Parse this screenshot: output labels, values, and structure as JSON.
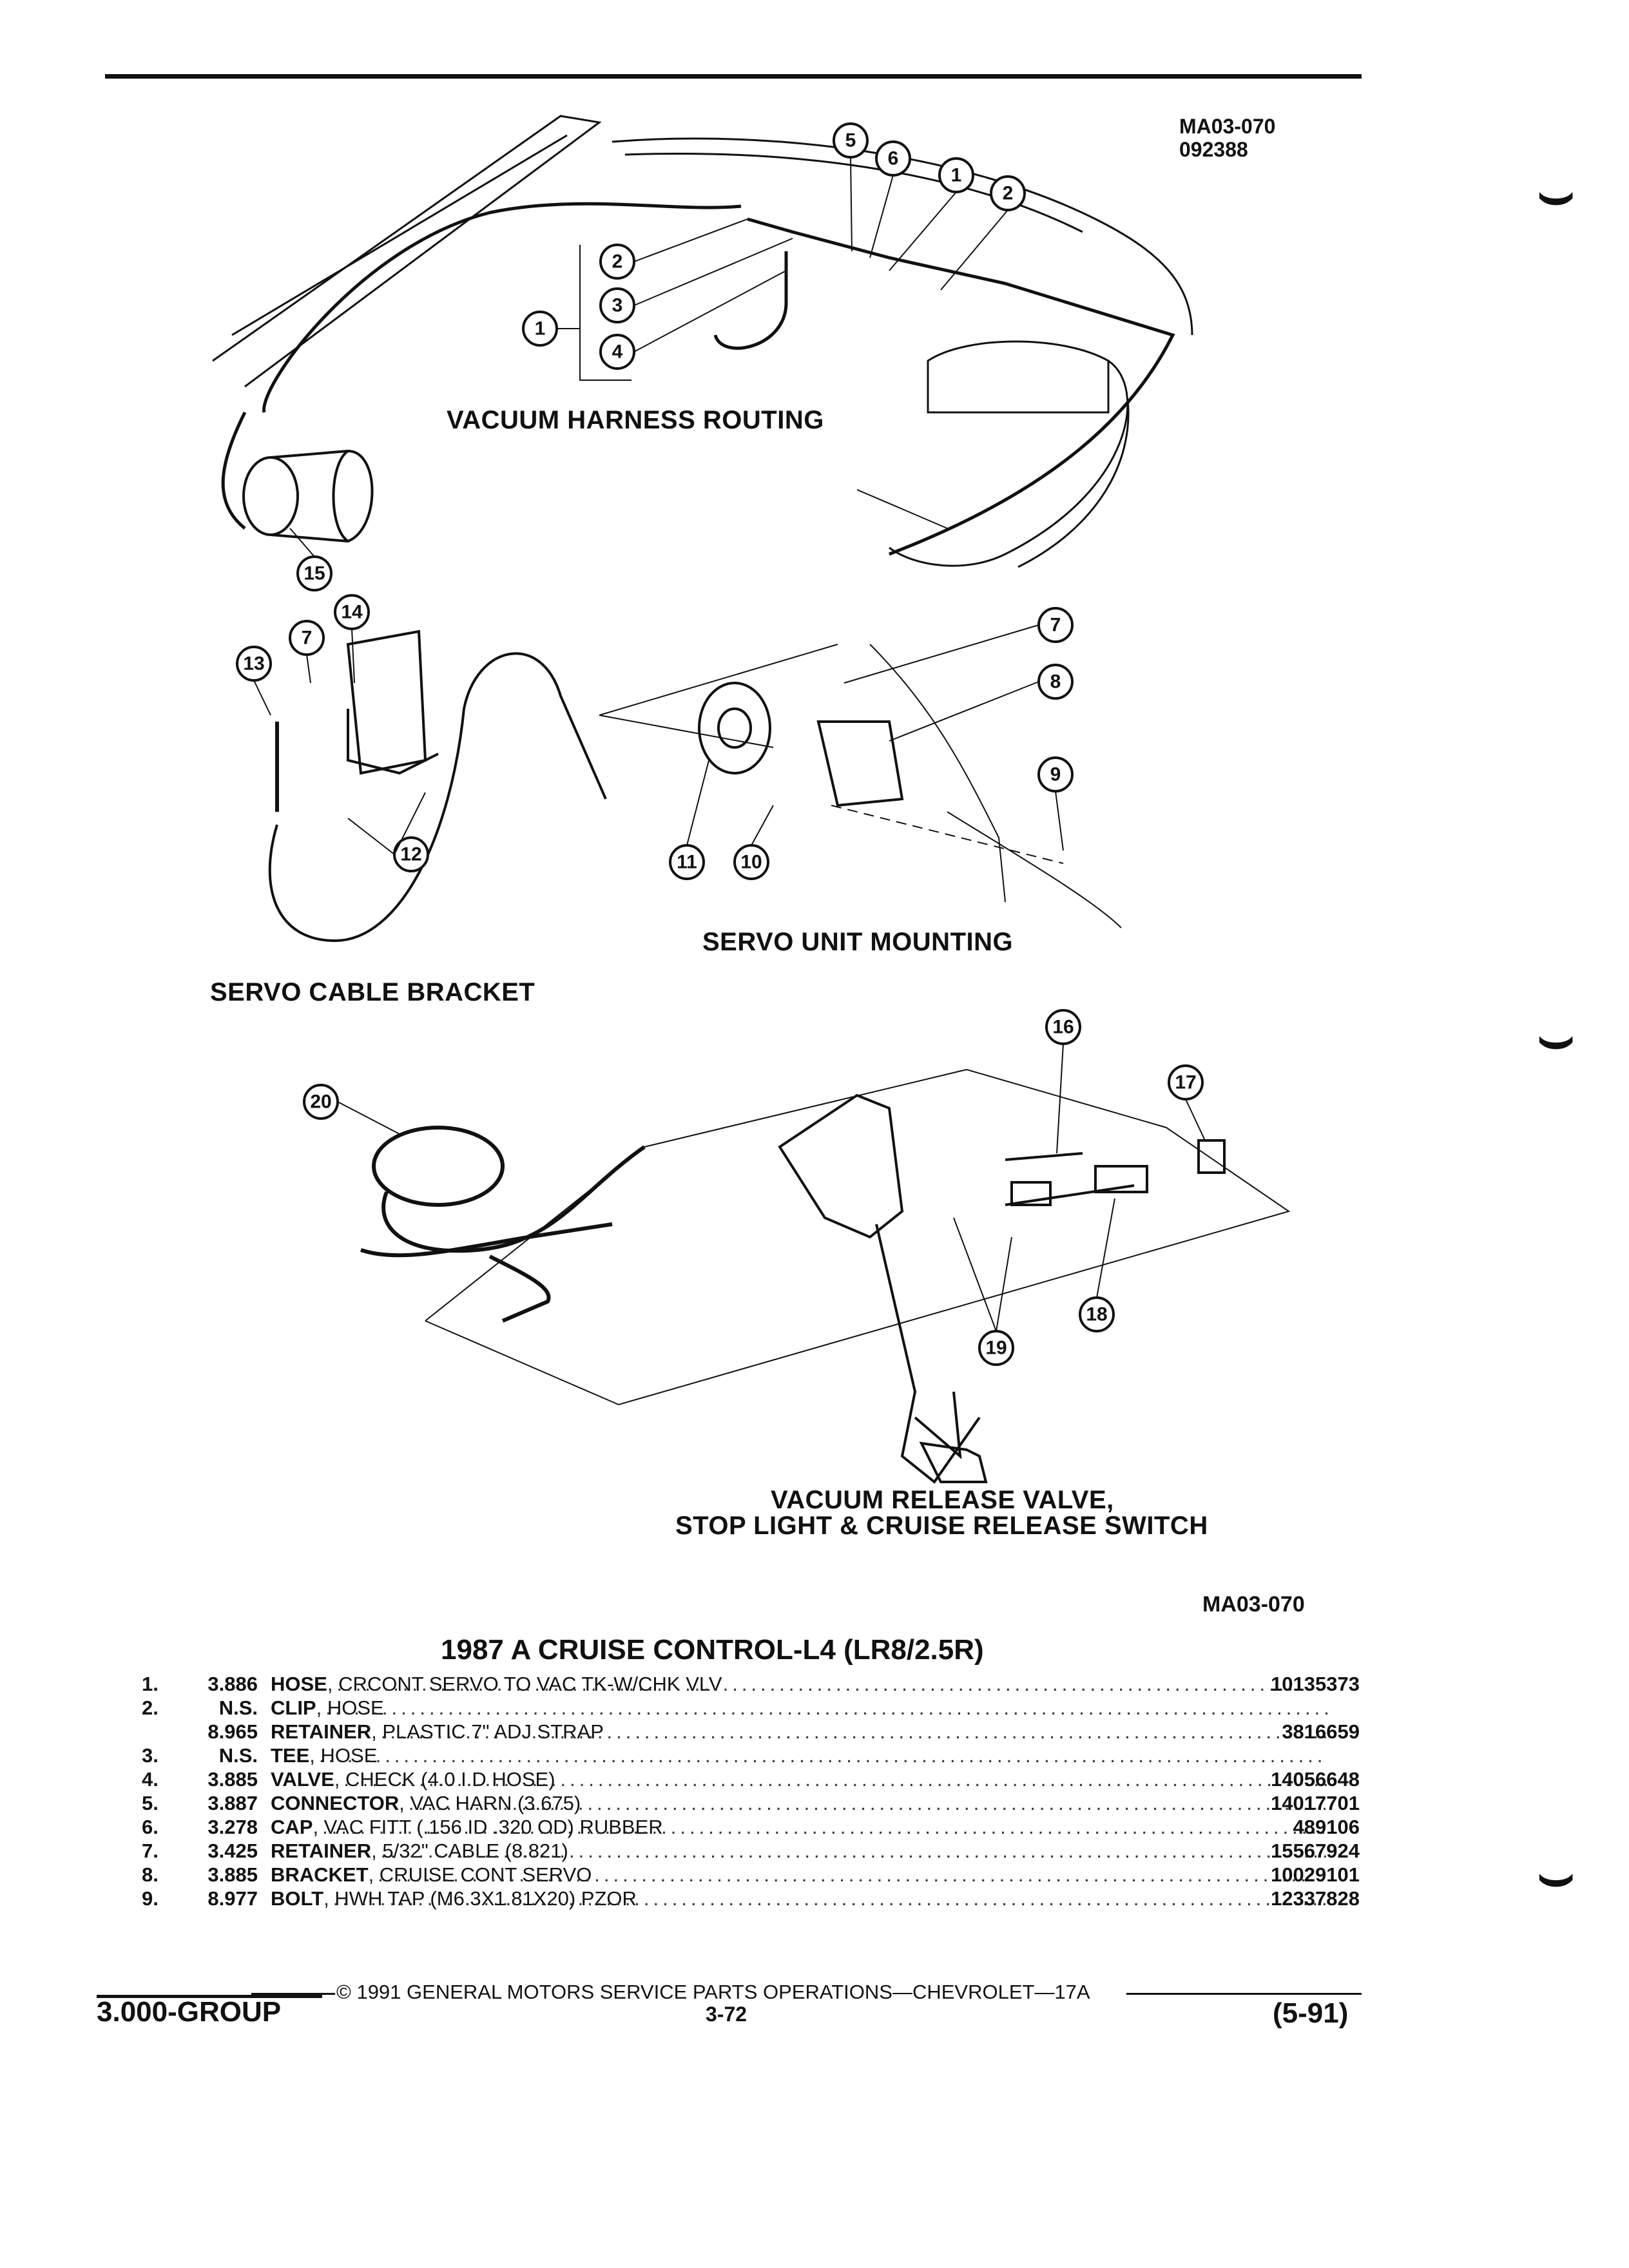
{
  "header": {
    "ref_code": "MA03-070",
    "ref_date": "092388"
  },
  "diagram": {
    "sections": {
      "vacuum_harness": "VACUUM HARNESS ROUTING",
      "servo_unit": "SERVO UNIT MOUNTING",
      "servo_cable": "SERVO CABLE BRACKET",
      "release_valve_line1": "VACUUM RELEASE VALVE,",
      "release_valve_line2": "STOP LIGHT & CRUISE RELEASE SWITCH"
    },
    "callouts": [
      "5",
      "6",
      "1",
      "2",
      "2",
      "3",
      "1",
      "4",
      "15",
      "14",
      "7",
      "13",
      "7",
      "8",
      "9",
      "12",
      "11",
      "10",
      "16",
      "17",
      "20",
      "18",
      "19"
    ],
    "figure_code": "MA03-070"
  },
  "parts_table": {
    "title": "1987 A CRUISE CONTROL-L4 (LR8/2.5R)",
    "rows": [
      {
        "line": "1.",
        "ref": "3.886",
        "name": "HOSE",
        "desc": ", CRCONT SERVO TO VAC TK-W/CHK VLV",
        "part": "10135373"
      },
      {
        "line": "2.",
        "ref": "N.S.",
        "name": "CLIP",
        "desc": ", HOSE",
        "part": ""
      },
      {
        "line": "",
        "ref": "8.965",
        "name": "RETAINER",
        "desc": ", PLASTIC 7\" ADJ STRAP",
        "part": "3816659"
      },
      {
        "line": "3.",
        "ref": "N.S.",
        "name": "TEE",
        "desc": ", HOSE",
        "part": ""
      },
      {
        "line": "4.",
        "ref": "3.885",
        "name": "VALVE",
        "desc": ", CHECK (4.0 I.D HOSE)",
        "part": "14056648"
      },
      {
        "line": "5.",
        "ref": "3.887",
        "name": "CONNECTOR",
        "desc": ", VAC HARN (3.675)",
        "part": "14017701"
      },
      {
        "line": "6.",
        "ref": "3.278",
        "name": "CAP",
        "desc": ", VAC FITT (.156 ID .320 OD) RUBBER",
        "part": "489106"
      },
      {
        "line": "7.",
        "ref": "3.425",
        "name": "RETAINER",
        "desc": ", 5/32\" CABLE (8.821)",
        "part": "15567924"
      },
      {
        "line": "8.",
        "ref": "3.885",
        "name": "BRACKET",
        "desc": ", CRUISE CONT SERVO",
        "part": "10029101"
      },
      {
        "line": "9.",
        "ref": "8.977",
        "name": "BOLT",
        "desc": ", HWH TAP (M6.3X1.81X20) PZOR",
        "part": "12337828"
      }
    ]
  },
  "footer": {
    "copyright": "© 1991 GENERAL MOTORS SERVICE PARTS OPERATIONS—CHEVROLET—17A",
    "group": "3.000-GROUP",
    "page": "3-72",
    "date": "(5-91)"
  }
}
